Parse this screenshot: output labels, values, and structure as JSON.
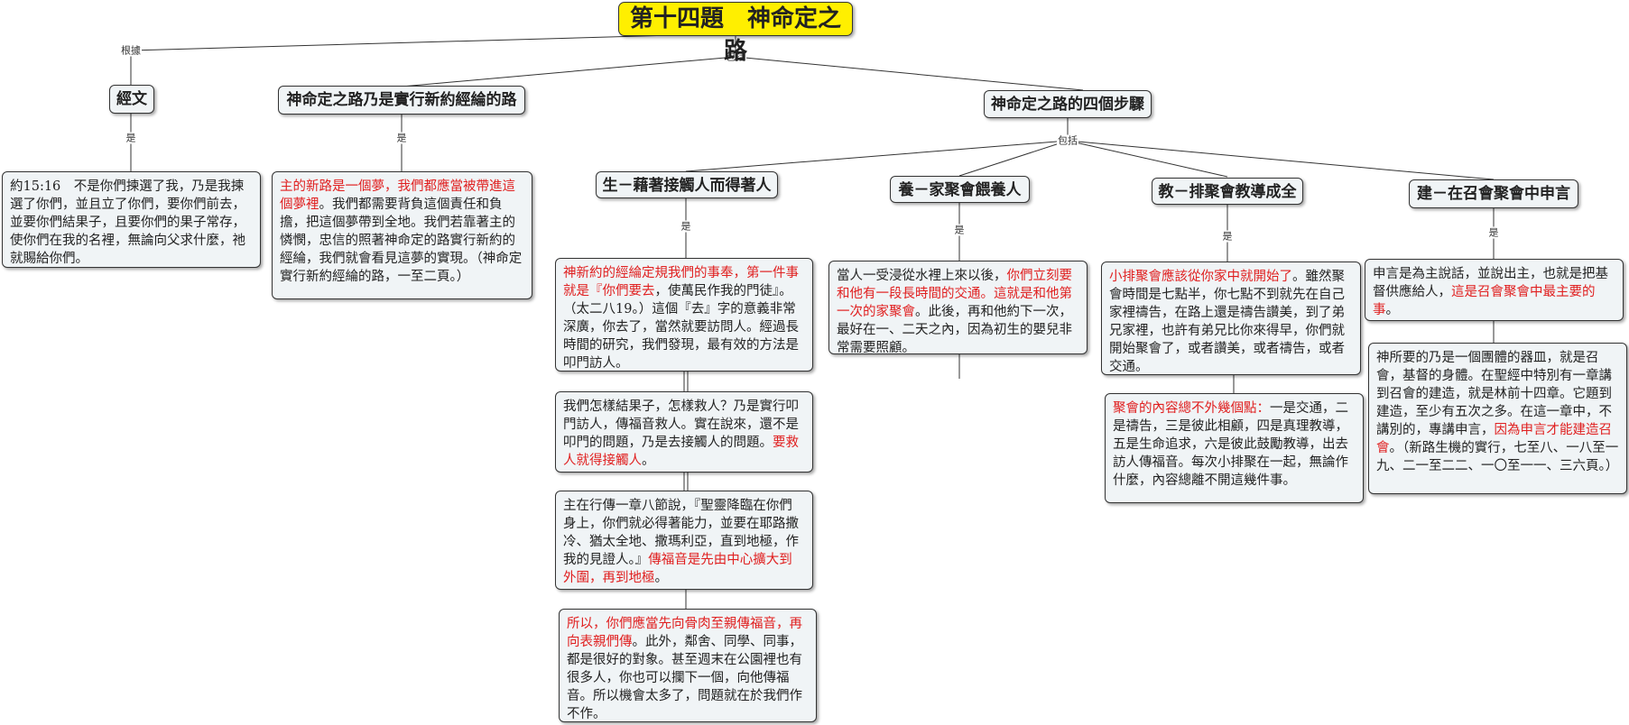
{
  "root": {
    "title": "第十四題　神命定之路"
  },
  "link_labels": {
    "basis": "根據",
    "includes": "包括",
    "is": "是"
  },
  "scripture": {
    "title": "經文",
    "text": "約15:16　不是你們揀選了我，乃是我揀選了你們，並且立了你們，要你們前去，並要你們結果子，且要你們的果子常存，使你們在我的名裡，無論向父求什麼，祂就賜給你們。"
  },
  "new_covenant": {
    "title": "神命定之路乃是實行新約經綸的路",
    "note_red": "主的新路是一個夢，我們都應當被帶進這個夢裡",
    "note_rest": "。我們都需要背負這個責任和負擔，把這個夢帶到全地。我們若靠著主的憐憫，忠信的照著神命定的路實行新約的經綸，我們就會看見這夢的實現。（神命定實行新約經綸的路，一至二頁。）"
  },
  "four_steps": {
    "title": "神命定之路的四個步驟"
  },
  "step_beget": {
    "title": "生－藉著接觸人而得著人",
    "note1_red": "神新約的經綸定規我們的事奉，第一件事就是『你們要去",
    "note1_rest": "，使萬民作我的門徒』。（太二八19。）這個『去』字的意義非常深廣，你去了，當然就要訪問人。經過長時間的研究，我們發現，最有效的方法是叩門訪人。",
    "note2_text": "我們怎樣結果子，怎樣救人？乃是實行叩門訪人，傳福音救人。實在說來，還不是叩門的問題，乃是去接觸人的問題。",
    "note2_red": "要救人就得接觸人",
    "note2_end": "。",
    "note3_text": "主在行傳一章八節說，『聖靈降臨在你們身上，你們就必得著能力，並要在耶路撒冷、猶太全地、撒瑪利亞，直到地極，作我的見證人。』",
    "note3_red": "傳福音是先由中心擴大到外圍，再到地極",
    "note3_end": "。",
    "note4_red": "所以，你們應當先向骨肉至親傳福音，再向表親們傳",
    "note4_rest": "。此外，鄰舍、同學、同事，都是很好的對象。甚至週末在公園裡也有很多人，你也可以攔下一個，向他傳福音。所以機會太多了，問題就在於我們作不作。"
  },
  "step_nourish": {
    "title": "養－家聚會餵養人",
    "note_text": "當人一受浸從水裡上來以後，",
    "note_red": "你們立刻要和他有一段長時間的交通。這就是和他第一次的家聚會",
    "note_rest": "。此後，再和他約下一次，最好在一、二天之內，因為初生的嬰兒非常需要照顧。"
  },
  "step_teach": {
    "title": "教－排聚會教導成全",
    "note1_red": "小排聚會應該從你家中就開始了",
    "note1_rest": "。雖然聚會時間是七點半，你七點不到就先在自己家裡禱告，在路上還是禱告讚美，到了弟兄家裡，也許有弟兄比你來得早，你們就開始聚會了，或者讚美，或者禱告，或者交通。",
    "note2_red": "聚會的內容總不外幾個點：",
    "note2_rest": "一是交通，二是禱告，三是彼此相顧，四是真理教導，五是生命追求，六是彼此鼓勵教導，出去訪人傳福音。每次小排聚在一起，無論作什麼，內容總離不開這幾件事。"
  },
  "step_build": {
    "title": "建－在召會聚會中申言",
    "note1_text": "申言是為主說話，並說出主，也就是把基督供應給人，",
    "note1_red": "這是召會聚會中最主要的事",
    "note1_end": "。",
    "note2_text": "神所要的乃是一個團體的器皿，就是召會，基督的身體。在聖經中特別有一章講到召會的建造，就是林前十四章。它題到建造，至少有五次之多。在這一章中，不講別的，專講申言，",
    "note2_red": "因為申言才能建造召會",
    "note2_rest": "。（新路生機的實行，七至八、一八至一九、二一至二二、一〇至一一、三六頁。）"
  },
  "colors": {
    "root_fill": "#ffef00",
    "node_fill": "#f0f4f6",
    "highlight": "#e02020",
    "line": "#333333"
  }
}
